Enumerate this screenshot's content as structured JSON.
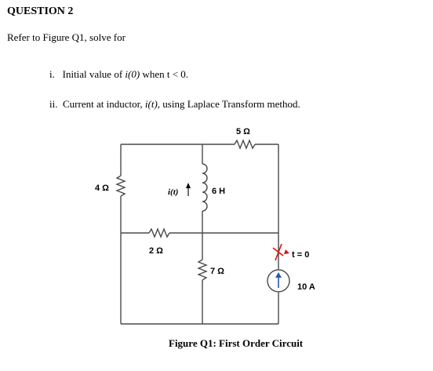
{
  "question": {
    "title": "QUESTION 2",
    "intro": "Refer to Figure Q1, solve for",
    "items": [
      {
        "marker": "i.",
        "pre": "Initial value of ",
        "math": "i(0)",
        "post": " when t < 0."
      },
      {
        "marker": "ii.",
        "pre": "Current at inductor, ",
        "math": "i(t)",
        "post": ", using Laplace Transform method."
      }
    ]
  },
  "circuit": {
    "r_top": "5 Ω",
    "r_left": "4 Ω",
    "r_mid": "2 Ω",
    "r_bottom": "7 Ω",
    "inductor": "6 H",
    "current_label": "i(t)",
    "switch_label": "t = 0",
    "source_label": "10 A",
    "caption": "Figure Q1: First Order Circuit"
  }
}
